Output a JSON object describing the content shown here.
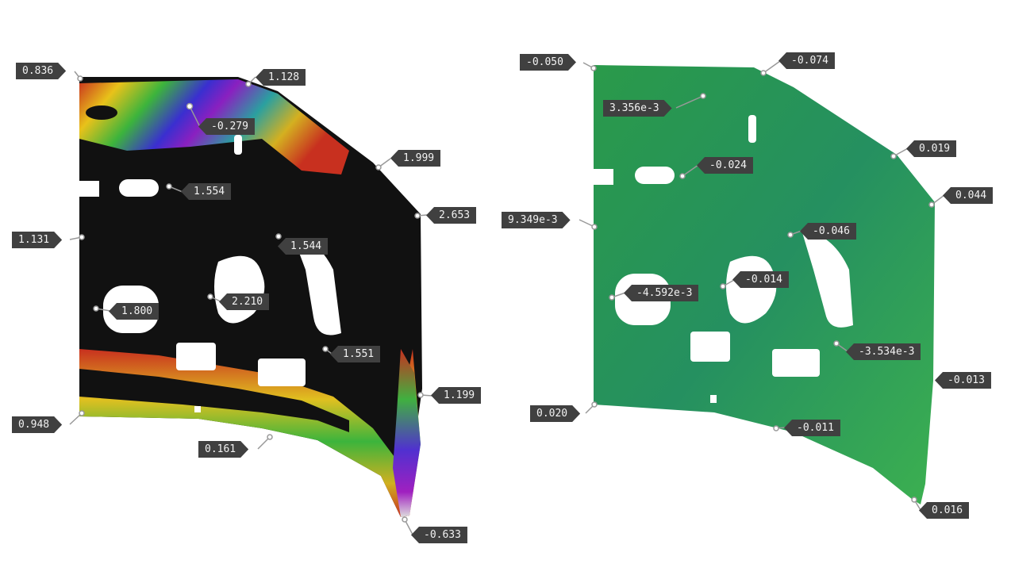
{
  "left_panel": {
    "title": "Deviation map (color)",
    "labels": [
      "0.836",
      "1.128",
      "-0.279",
      "1.999",
      "1.554",
      "2.653",
      "1.131",
      "1.544",
      "1.800",
      "2.210",
      "1.551",
      "1.199",
      "0.948",
      "0.161",
      "-0.633"
    ]
  },
  "right_panel": {
    "title": "Deviation map (green)",
    "labels": [
      "-0.050",
      "-0.074",
      "3.356e-3",
      "0.019",
      "-0.024",
      "0.044",
      "9.349e-3",
      "-0.046",
      "-0.014",
      "-4.592e-3",
      "-3.534e-3",
      "-0.013",
      "0.020",
      "-0.011",
      "0.016"
    ]
  },
  "colors": {
    "label_bg": "#404040",
    "label_text": "#f2f2f2",
    "left_surface": "#111111",
    "right_surface": "#2fa04e"
  }
}
